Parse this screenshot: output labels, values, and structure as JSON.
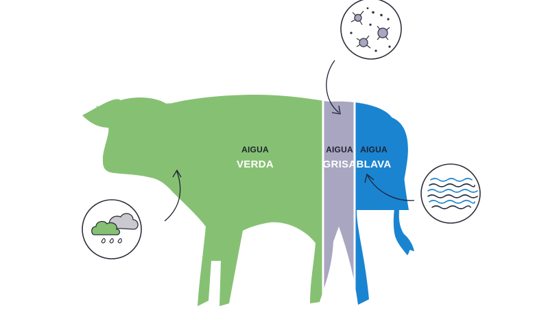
{
  "labels": {
    "green": {
      "line1": "AIGUA",
      "line2": "VERDA"
    },
    "grey": {
      "line1": "AIGUA",
      "line2": "GRISA"
    },
    "blue": {
      "line1": "AIGUA",
      "line2": "BLAVA"
    }
  },
  "icons": {
    "green": "rain-cloud-icon",
    "grey": "pollutant-particles-icon",
    "blue": "water-waves-icon"
  },
  "colors": {
    "green": "#86c173",
    "grey": "#a9a6c1",
    "blue": "#1a84d1",
    "arrow": "#1d2230",
    "icon_stroke": "#2b2e3a"
  }
}
